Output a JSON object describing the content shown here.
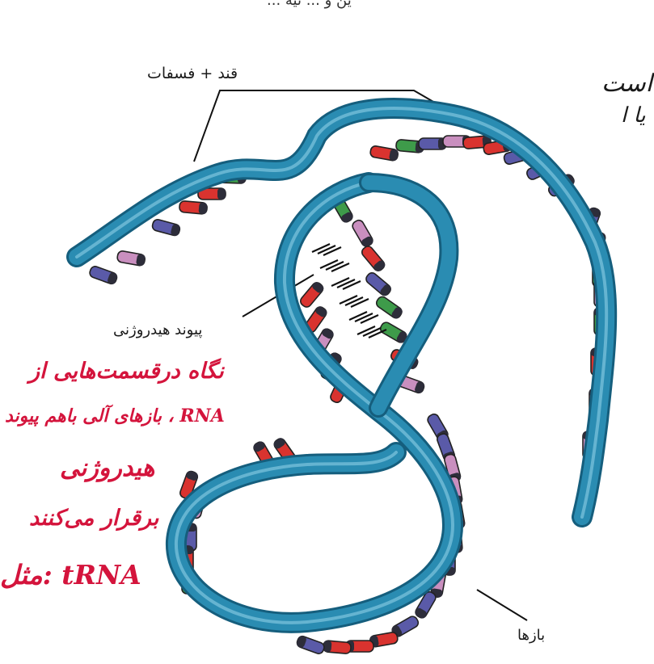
{
  "diagram": {
    "top_note_partial": "ین و ... نیه ...",
    "labels": {
      "sugar_phosphate": "قند + فسفات",
      "hydrogen_bond": "پیوند هیدروژنی",
      "bases": "بازها"
    },
    "handwritten_note": [
      "نگاه درقسمت‌هایی از",
      "RNA ، بازهای آلی باهم پیوند",
      "هیدروژنی",
      "برقرار می‌کنند",
      "مثل: tRNA"
    ],
    "right_margin_note": [
      "است",
      "یا ا"
    ],
    "colors": {
      "backbone": "#2a8cb2",
      "backbone_dark": "#155e7d",
      "base_red": "#d9332f",
      "base_purple": "#5a5aa8",
      "base_pink": "#c98fbf",
      "base_green": "#3e9b4a",
      "annotation": "#d4143c"
    }
  }
}
